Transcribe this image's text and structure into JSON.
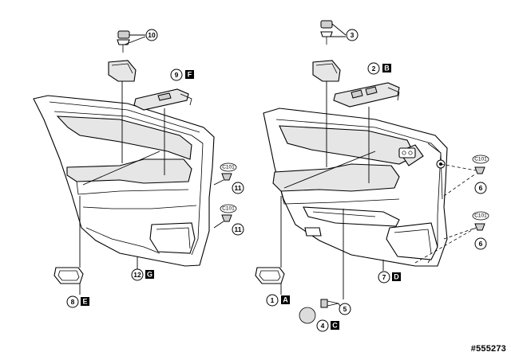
{
  "diagram_id": "#555273",
  "callouts": {
    "c1": {
      "number": "1",
      "letter": "A"
    },
    "c2": {
      "number": "2",
      "letter": "B"
    },
    "c3": {
      "number": "3"
    },
    "c4": {
      "number": "4",
      "letter": "C"
    },
    "c5": {
      "number": "5"
    },
    "c6a": {
      "number": "6"
    },
    "c6b": {
      "number": "6"
    },
    "c7": {
      "number": "7",
      "letter": "D"
    },
    "c8": {
      "number": "8",
      "letter": "E"
    },
    "c9": {
      "number": "9",
      "letter": "F"
    },
    "c10": {
      "number": "10"
    },
    "c11a": {
      "number": "11"
    },
    "c11b": {
      "number": "11"
    },
    "c12": {
      "number": "12",
      "letter": "G"
    }
  },
  "clip_codes": {
    "left_upper": "C101",
    "left_lower": "C101",
    "right_upper": "C101",
    "right_lower": "C101"
  }
}
